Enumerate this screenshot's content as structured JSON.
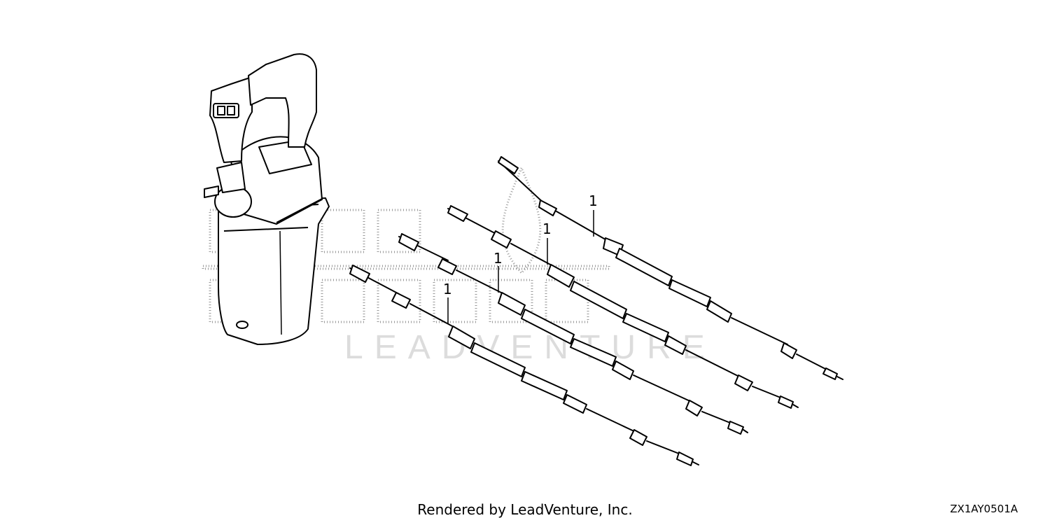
{
  "callouts": [
    "1",
    "1",
    "1",
    "1"
  ],
  "watermark": {
    "text": "LEADVENTURE"
  },
  "footer": {
    "rendered_by": "Rendered by LeadVenture, Inc.",
    "diagram_code": "ZX1AY0501A"
  }
}
